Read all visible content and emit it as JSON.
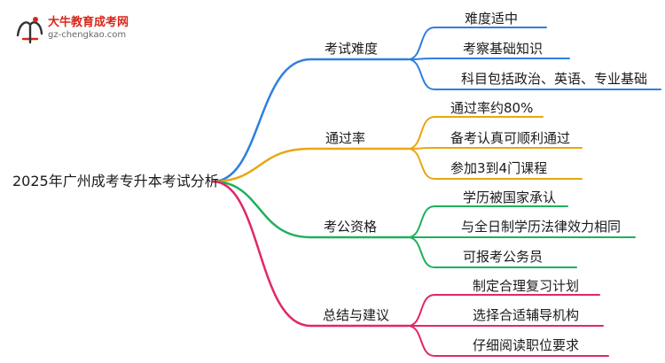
{
  "logo": {
    "title": "大牛教育成考网",
    "url": "gz-chengkao.com"
  },
  "mindmap": {
    "root": "2025年广州成考专升本考试分析",
    "branches": [
      {
        "label": "考试难度",
        "color": "#2f7fe0",
        "leaves": [
          "难度适中",
          "考察基础知识",
          "科目包括政治、英语、专业基础"
        ]
      },
      {
        "label": "通过率",
        "color": "#e7a712",
        "leaves": [
          "通过率约80%",
          "备考认真可顺利通过",
          "参加3到4门课程"
        ]
      },
      {
        "label": "考公资格",
        "color": "#1eb15c",
        "leaves": [
          "学历被国家承认",
          "与全日制学历法律效力相同",
          "可报考公务员"
        ]
      },
      {
        "label": "总结与建议",
        "color": "#e2266b",
        "leaves": [
          "制定合理复习计划",
          "选择合适辅导机构",
          "仔细阅读职位要求"
        ]
      }
    ]
  }
}
